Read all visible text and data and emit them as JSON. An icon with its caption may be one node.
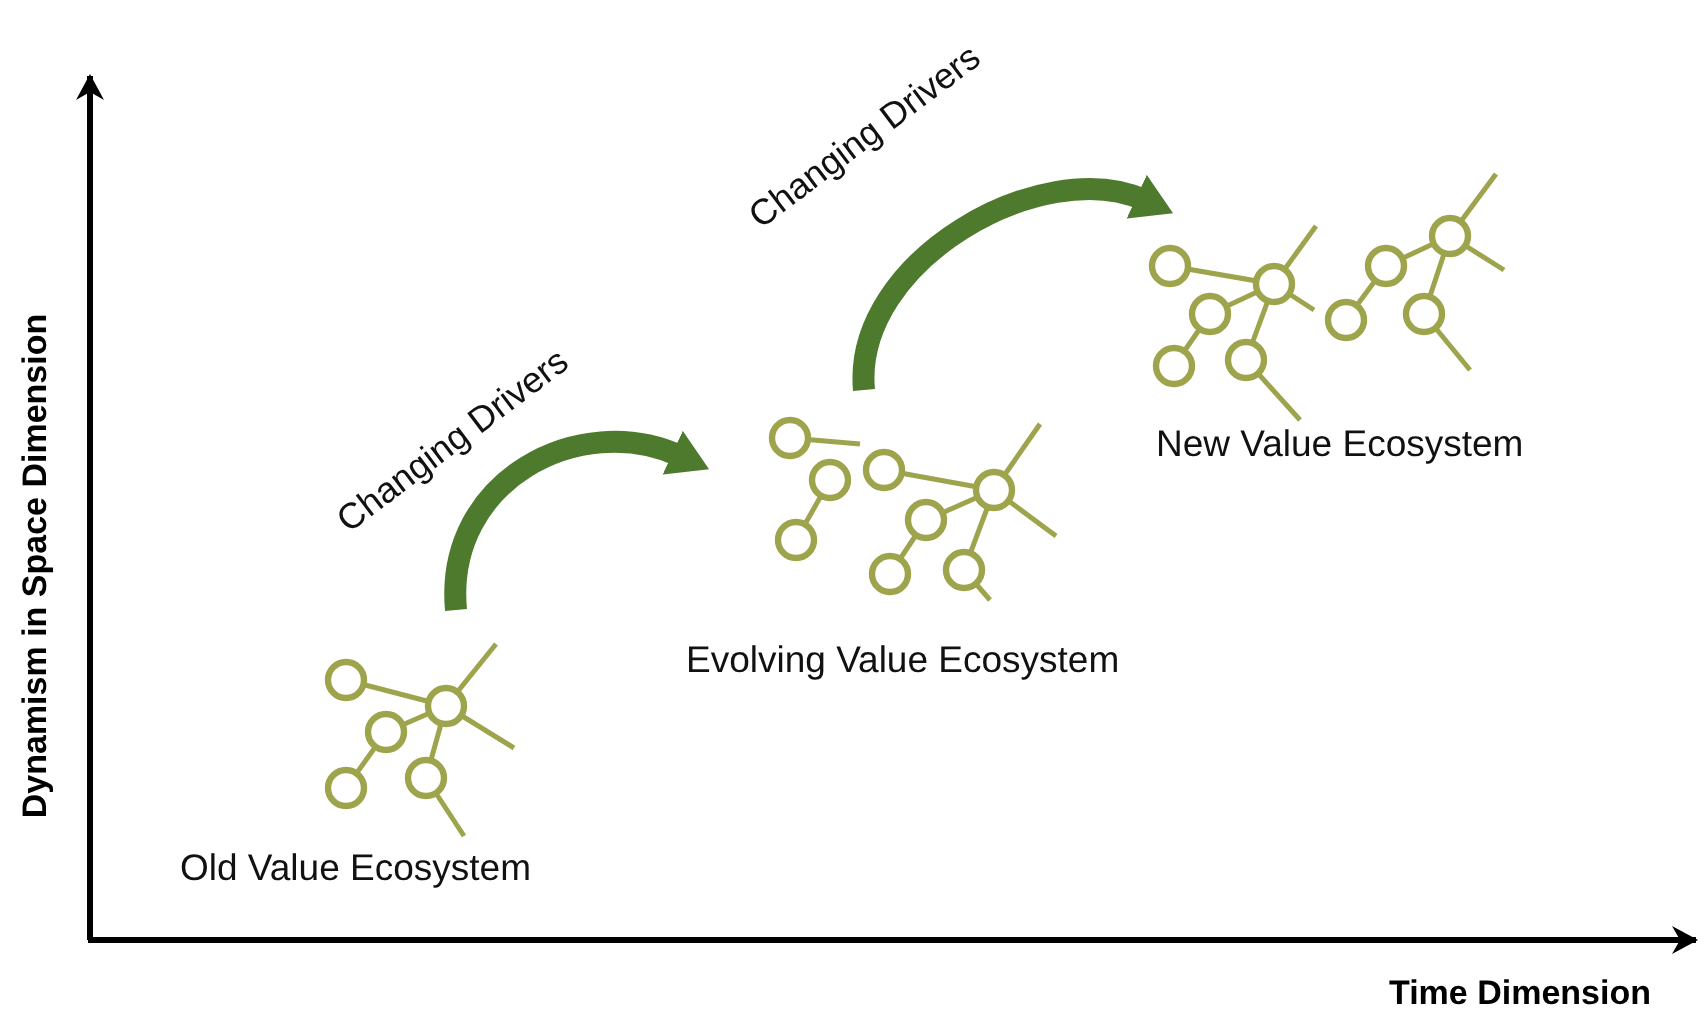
{
  "diagram": {
    "nodes": [
      {
        "text": [
          "Old Value Ecosystem"
        ]
      },
      {
        "text": [
          "Evolving Value Ecosystem"
        ]
      },
      {
        "text": [
          "New Value Ecosystem"
        ]
      }
    ],
    "edges": [
      {
        "from": 0,
        "to": 1,
        "arrow": "to",
        "label": "Changing Drivers"
      },
      {
        "from": 1,
        "to": 2,
        "arrow": "to",
        "label": "Changing Drivers"
      }
    ],
    "labels": [
      "Dynamism in Space Dimension",
      "Time Dimension"
    ]
  }
}
